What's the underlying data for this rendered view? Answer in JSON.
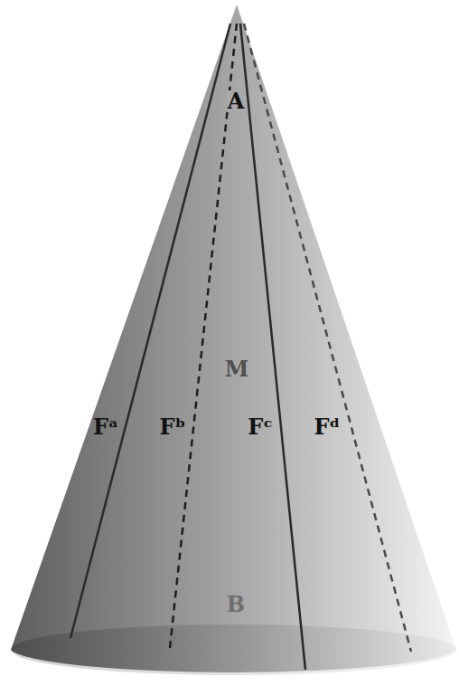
{
  "diagram": {
    "labels": [
      "A",
      "M",
      "Fᵃ",
      "Fᵇ",
      "Fᶜ",
      "Fᵈ",
      "B"
    ]
  }
}
